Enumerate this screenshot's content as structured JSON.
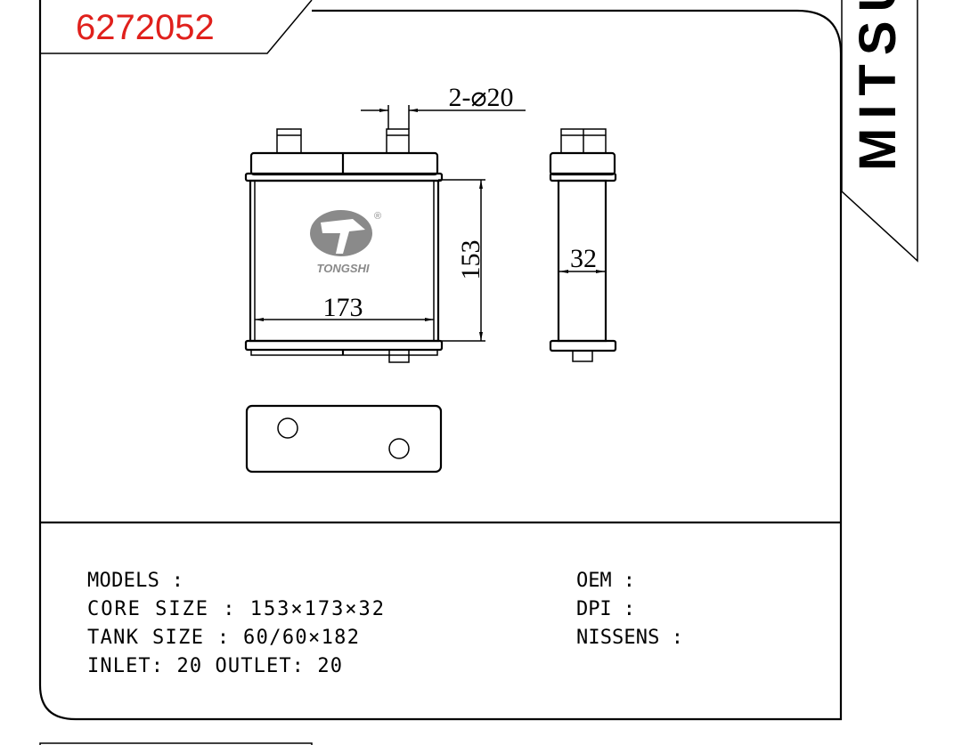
{
  "title": {
    "part_number": "6272052",
    "color": "#e0201c"
  },
  "brand_tab": {
    "text": "MITSU"
  },
  "drawing": {
    "logo_text": "TONGSHI",
    "registered_mark": "®",
    "dim_pipe": "2-⌀20",
    "dim_height": "153",
    "dim_width": "173",
    "dim_depth": "32"
  },
  "specs": {
    "models": "MODELS :",
    "core_size": "CORE SIZE : 153×173×32",
    "tank_size": "TANK SIZE : 60/60×182",
    "inlet_outlet": "INLET: 20  OUTLET: 20",
    "oem": "OEM :",
    "dpi": "DPI :",
    "nissens": "NISSENS :"
  }
}
